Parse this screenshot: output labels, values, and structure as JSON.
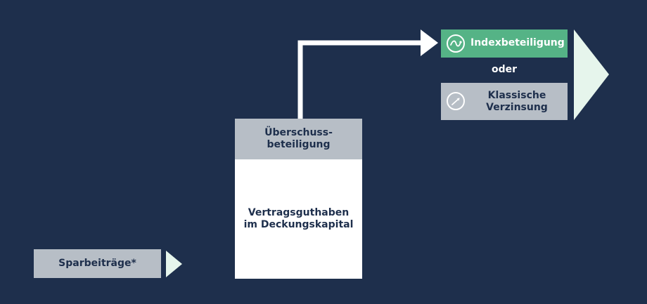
{
  "diagram": {
    "inputs": {
      "sparbeitraege_label": "Sparbeiträge*"
    },
    "account": {
      "surplus_label": "Überschuss-\nbeteiligung",
      "balance_label": "Vertragsguthaben\nim Deckungskapital"
    },
    "options": {
      "index_label": "Indexbeteiligung",
      "or_label": "oder",
      "classic_label": "Klassische\nVerzinsung"
    },
    "icons": {
      "index_icon": "trend-line-icon",
      "classic_icon": "gauge-icon"
    },
    "colors": {
      "background": "#1e2f4c",
      "gray_box": "#b7bec6",
      "green_box": "#55b386",
      "arrow_fill": "#e6f5ec",
      "white": "#ffffff"
    }
  }
}
